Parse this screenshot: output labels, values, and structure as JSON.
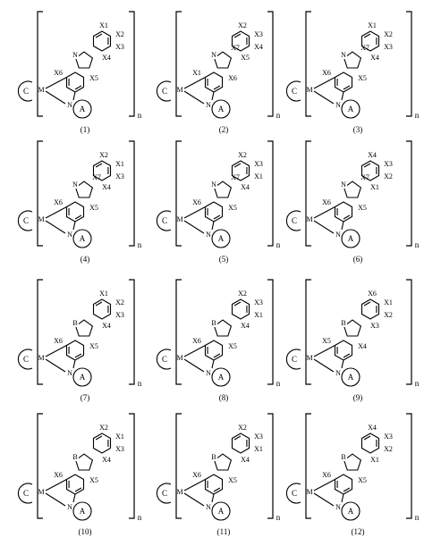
{
  "structures": [
    {
      "label": "(1)",
      "n": "n",
      "hetero": "N",
      "subs": [
        "X1",
        "X2",
        "X3",
        "X4",
        "X5",
        "X6"
      ],
      "extra": []
    },
    {
      "label": "(2)",
      "n": "n",
      "hetero": "N",
      "subs": [
        "X2",
        "X3",
        "X4",
        "X5",
        "X6",
        "X1"
      ],
      "extra": [
        "X7"
      ]
    },
    {
      "label": "(3)",
      "n": "n",
      "hetero": "N",
      "subs": [
        "X1",
        "X2",
        "X3",
        "X4",
        "X5",
        "X6"
      ],
      "extra": [
        "X7"
      ]
    },
    {
      "label": "(4)",
      "n": "n",
      "hetero": "N",
      "subs": [
        "X2",
        "X1",
        "X3",
        "X4",
        "X5",
        "X6"
      ],
      "extra": [
        "X7"
      ]
    },
    {
      "label": "(5)",
      "n": "n",
      "hetero": "N",
      "subs": [
        "X2",
        "X3",
        "X1",
        "X4",
        "X5",
        "X6"
      ],
      "extra": [
        "X7"
      ]
    },
    {
      "label": "(6)",
      "n": "n",
      "hetero": "N",
      "subs": [
        "X4",
        "X3",
        "X2",
        "X1",
        "X5",
        "X6"
      ],
      "extra": [
        "X7"
      ]
    },
    {
      "label": "(7)",
      "n": "n",
      "hetero": "B",
      "subs": [
        "X1",
        "X2",
        "X3",
        "X4",
        "X5",
        "X6"
      ],
      "extra": []
    },
    {
      "label": "(8)",
      "n": "n",
      "hetero": "B",
      "subs": [
        "X2",
        "X3",
        "X1",
        "X4",
        "X5",
        "X6"
      ],
      "extra": []
    },
    {
      "label": "(9)",
      "n": "n",
      "hetero": "B",
      "subs": [
        "X6",
        "X1",
        "X2",
        "X3",
        "X4",
        "X5"
      ],
      "extra": []
    },
    {
      "label": "(10)",
      "n": "n",
      "hetero": "B",
      "subs": [
        "X2",
        "X1",
        "X3",
        "X4",
        "X5",
        "X6"
      ],
      "extra": []
    },
    {
      "label": "(11)",
      "n": "n",
      "hetero": "B",
      "subs": [
        "X2",
        "X3",
        "X1",
        "X4",
        "X5",
        "X6"
      ],
      "extra": []
    },
    {
      "label": "(12)",
      "n": "n",
      "hetero": "B",
      "subs": [
        "X4",
        "X3",
        "X2",
        "X1",
        "X5",
        "X6"
      ],
      "extra": []
    }
  ],
  "ligand": {
    "metal": "M",
    "ring_c": "C",
    "ring_a": "A",
    "donor": "N"
  }
}
